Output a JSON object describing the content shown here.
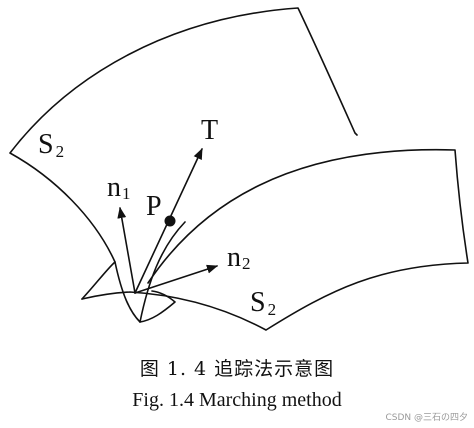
{
  "diagram": {
    "labels": {
      "surface_upper": {
        "main": "S",
        "sub": "2"
      },
      "surface_lower": {
        "main": "S",
        "sub": "2"
      },
      "normal_1": {
        "main": "n",
        "sub": "1"
      },
      "normal_2": {
        "main": "n",
        "sub": "2"
      },
      "point": "P",
      "tangent": "T"
    }
  },
  "caption": {
    "chinese": "图 1. 4   追踪法示意图",
    "english": "Fig. 1.4    Marching method"
  },
  "watermark": "CSDN @三石の四夕"
}
